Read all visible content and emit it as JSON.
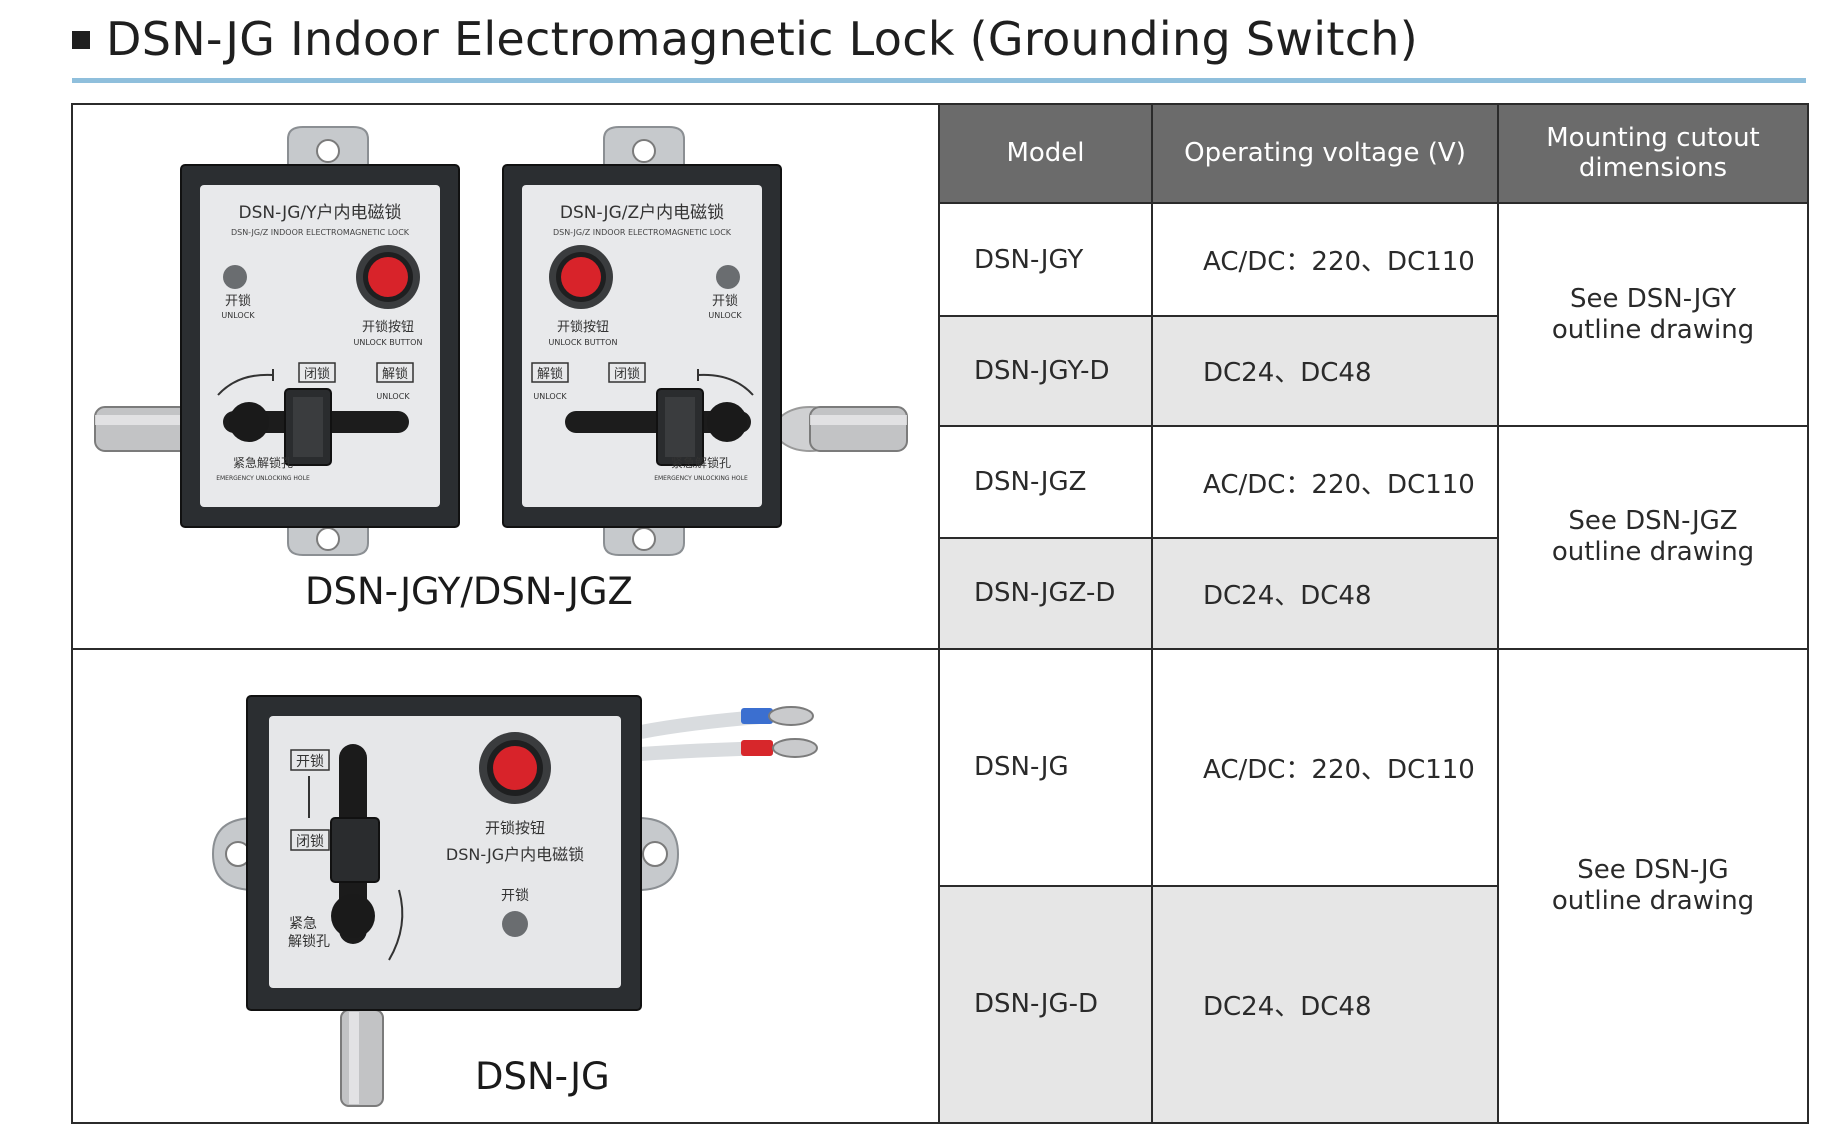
{
  "title": "DSN-JG Indoor Electromagnetic Lock (Grounding Switch)",
  "table": {
    "headers": [
      "Model",
      "Operating voltage (V)",
      "Mounting cutout dimensions"
    ],
    "rows": [
      {
        "model": "DSN-JGY",
        "voltage": "AC/DC：220、DC110"
      },
      {
        "model": "DSN-JGY-D",
        "voltage": "DC24、DC48"
      },
      {
        "model": "DSN-JGZ",
        "voltage": "AC/DC：220、DC110"
      },
      {
        "model": "DSN-JGZ-D",
        "voltage": "DC24、DC48"
      },
      {
        "model": "DSN-JG",
        "voltage": "AC/DC：220、DC110"
      },
      {
        "model": "DSN-JG-D",
        "voltage": "DC24、DC48"
      }
    ],
    "mounting": [
      {
        "line1": "See DSN-JGY",
        "line2": "outline drawing"
      },
      {
        "line1": "See DSN-JGZ",
        "line2": "outline drawing"
      },
      {
        "line1": "See DSN-JG",
        "line2": "outline drawing"
      }
    ]
  },
  "products": {
    "top_caption": "DSN-JGY/DSN-JGZ",
    "bottom_caption": "DSN-JG",
    "lock_y": {
      "title": "DSN-JG/Y户内电磁锁",
      "subtitle": "DSN-JG/Z INDOOR ELECTROMAGNETIC LOCK",
      "unlock_cn": "开锁",
      "unlock_en": "UNLOCK",
      "button_cn": "开锁按钮",
      "button_en": "UNLOCK BUTTON",
      "close_cn": "闭锁",
      "release_cn": "解锁",
      "release_en": "UNLOCK",
      "emergency_cn": "紧急解锁孔",
      "emergency_en": "EMERGENCY UNLOCKING HOLE"
    },
    "lock_z": {
      "title": "DSN-JG/Z户内电磁锁",
      "subtitle": "DSN-JG/Z INDOOR ELECTROMAGNETIC LOCK",
      "unlock_cn": "开锁",
      "unlock_en": "UNLOCK",
      "button_cn": "开锁按钮",
      "button_en": "UNLOCK BUTTON",
      "close_cn": "闭锁",
      "release_cn": "解锁",
      "release_en": "UNLOCK",
      "emergency_cn": "紧急解锁孔",
      "emergency_en": "EMERGENCY UNLOCKING HOLE"
    },
    "lock_jg": {
      "open_cn": "开锁",
      "close_cn": "闭锁",
      "button_cn": "开锁按钮",
      "title": "DSN-JG户内电磁锁",
      "unlock_cn": "开锁",
      "emergency_cn_1": "紧急",
      "emergency_cn_2": "解锁孔"
    }
  },
  "colors": {
    "header_bg": "#6b6b6b",
    "shade_bg": "#e6e6e6",
    "title_rule": "#8fbfdc",
    "button_red": "#d8232a"
  }
}
